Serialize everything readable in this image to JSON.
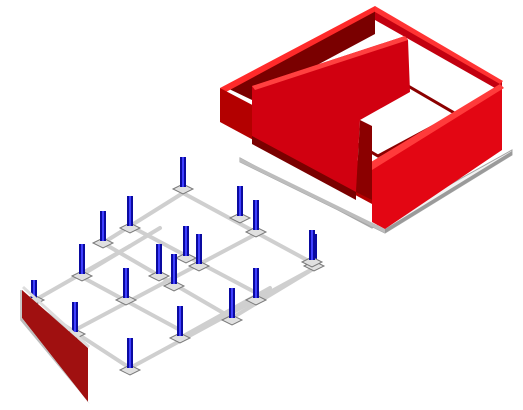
{
  "scene": {
    "background": "#ffffff",
    "colors": {
      "wall_front": "#e30613",
      "wall_side": "#8b0000",
      "wall_top": "#ff2a2a",
      "slab_top": "#f2f2f2",
      "slab_side": "#a6a6a6",
      "beam": "#d0d0d0",
      "beam_edge": "#6e6e6e",
      "column": "#0a0aa0",
      "column_light": "#4040ff",
      "footing": "#d9d9d9",
      "footing_edge": "#7a7a7a",
      "panel_face": "#a01010",
      "panel_edge": "#dddddd"
    },
    "elements": {
      "box_structure": {
        "component": "walled-enclosure",
        "count": 1
      },
      "column_grid": {
        "component": "column-footing",
        "count": 21,
        "rows": 5
      },
      "side_panel": {
        "component": "wall-panel",
        "count": 1
      }
    }
  }
}
